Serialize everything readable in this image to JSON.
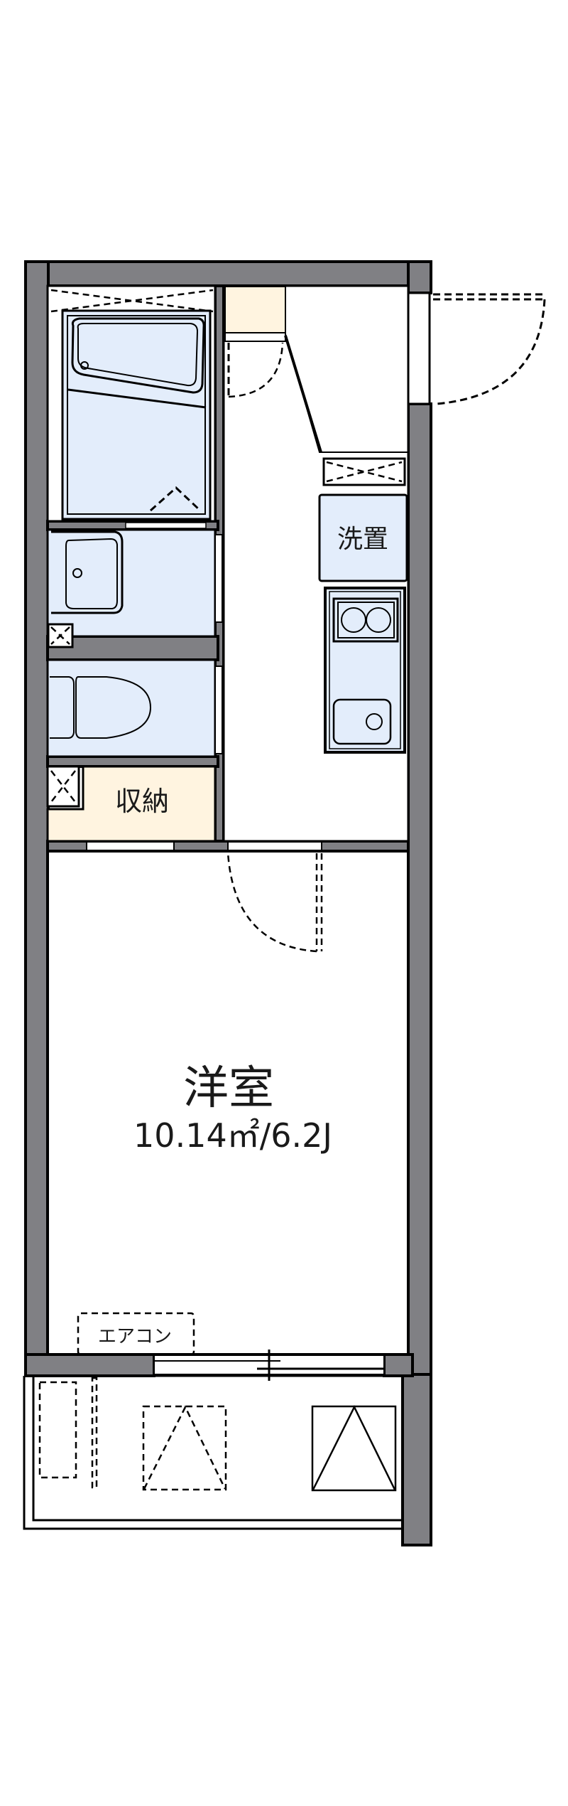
{
  "floorplan": {
    "rooms": {
      "western_room": {
        "name": "洋室",
        "area": "10.14㎡/6.2J"
      },
      "storage": {
        "name": "収納"
      },
      "washer_space": {
        "name": "洗置"
      },
      "aircon": {
        "name": "エアコン"
      }
    },
    "colors": {
      "wall": "#808084",
      "wet_area": "#e3edfb",
      "storage": "#fff4e0",
      "outline": "#000000",
      "background": "#ffffff"
    }
  }
}
